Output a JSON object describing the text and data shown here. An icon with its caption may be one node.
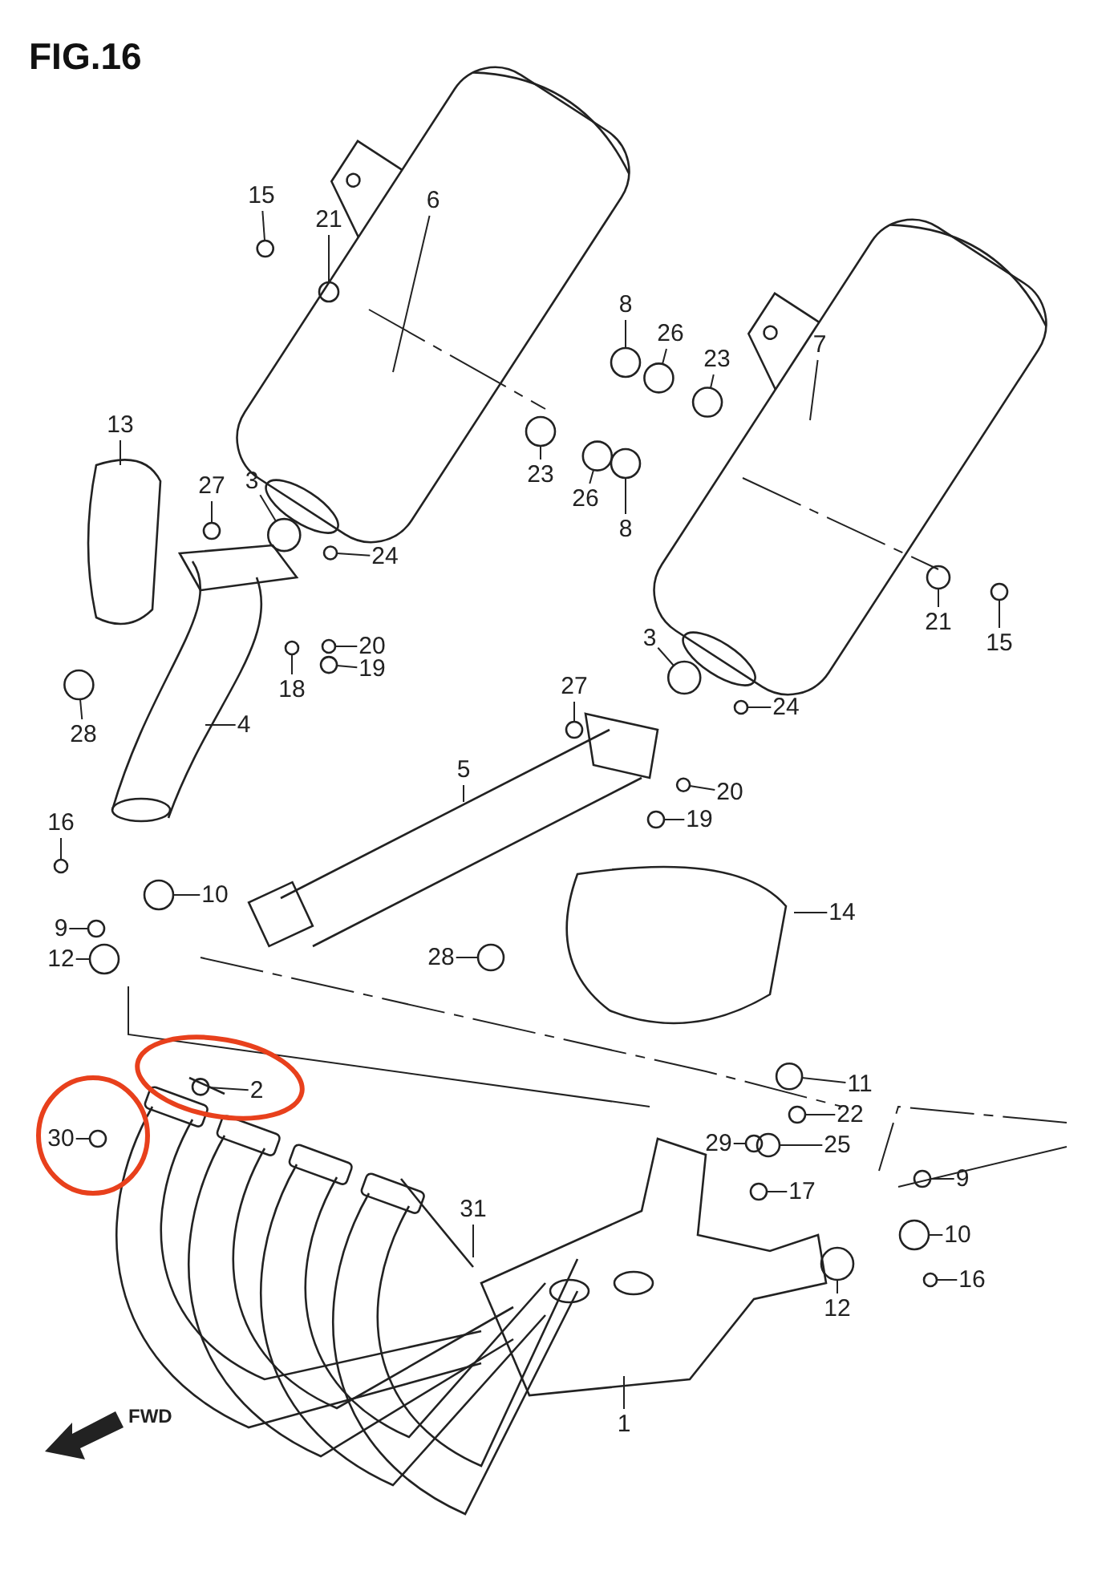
{
  "diagram": {
    "title": "FIG.16",
    "nodes": [
      {
        "text": [
          "6"
        ]
      },
      {
        "text": [
          "15"
        ]
      },
      {
        "text": [
          "21"
        ]
      },
      {
        "text": [
          "8"
        ]
      },
      {
        "text": [
          "26"
        ]
      },
      {
        "text": [
          "23"
        ]
      },
      {
        "text": [
          "7"
        ]
      },
      {
        "text": [
          "13"
        ]
      },
      {
        "text": [
          "27"
        ]
      },
      {
        "text": [
          "3"
        ]
      },
      {
        "text": [
          "24"
        ]
      },
      {
        "text": [
          "23"
        ]
      },
      {
        "text": [
          "26"
        ]
      },
      {
        "text": [
          "8"
        ]
      },
      {
        "text": [
          "20"
        ]
      },
      {
        "text": [
          "19"
        ]
      },
      {
        "text": [
          "18"
        ]
      },
      {
        "text": [
          "21"
        ]
      },
      {
        "text": [
          "15"
        ]
      },
      {
        "text": [
          "28"
        ]
      },
      {
        "text": [
          "4"
        ]
      },
      {
        "text": [
          "3"
        ]
      },
      {
        "text": [
          "24"
        ]
      },
      {
        "text": [
          "27"
        ]
      },
      {
        "text": [
          "5"
        ]
      },
      {
        "text": [
          "20"
        ]
      },
      {
        "text": [
          "19"
        ]
      },
      {
        "text": [
          "16"
        ]
      },
      {
        "text": [
          "10"
        ]
      },
      {
        "text": [
          "9"
        ]
      },
      {
        "text": [
          "12"
        ]
      },
      {
        "text": [
          "14"
        ]
      },
      {
        "text": [
          "28"
        ]
      },
      {
        "text": [
          "11"
        ]
      },
      {
        "text": [
          "2"
        ]
      },
      {
        "text": [
          "22"
        ]
      },
      {
        "text": [
          "30"
        ]
      },
      {
        "text": [
          "29"
        ]
      },
      {
        "text": [
          "25"
        ]
      },
      {
        "text": [
          "17"
        ]
      },
      {
        "text": [
          "9"
        ]
      },
      {
        "text": [
          "31"
        ]
      },
      {
        "text": [
          "10"
        ]
      },
      {
        "text": [
          "12"
        ]
      },
      {
        "text": [
          "16"
        ]
      },
      {
        "text": [
          "1"
        ]
      },
      {
        "text": [],
        "shape": "circle"
      },
      {
        "text": [],
        "shape": "circle"
      },
      {
        "text": [],
        "shape": "circle"
      },
      {
        "text": [],
        "shape": "circle"
      },
      {
        "text": [],
        "shape": "circle"
      },
      {
        "text": [],
        "shape": "circle"
      },
      {
        "text": [],
        "shape": "circle"
      },
      {
        "text": [],
        "shape": "circle"
      },
      {
        "text": [],
        "shape": "circle"
      },
      {
        "text": [],
        "shape": "circle"
      },
      {
        "text": [],
        "shape": "circle"
      },
      {
        "text": [],
        "shape": "circle"
      },
      {
        "text": [],
        "shape": "circle"
      },
      {
        "text": [],
        "shape": "circle"
      },
      {
        "text": [],
        "shape": "circle"
      },
      {
        "text": [],
        "shape": "circle"
      },
      {
        "text": [],
        "shape": "circle"
      },
      {
        "text": [],
        "shape": "circle"
      },
      {
        "text": [],
        "shape": "circle"
      },
      {
        "text": [],
        "shape": "circle"
      },
      {
        "text": [],
        "shape": "circle"
      },
      {
        "text": [],
        "shape": "circle"
      },
      {
        "text": [],
        "shape": "circle"
      },
      {
        "text": [],
        "shape": "circle"
      },
      {
        "text": [],
        "shape": "circle"
      },
      {
        "text": [],
        "shape": "circle"
      },
      {
        "text": [],
        "shape": "circle"
      },
      {
        "text": [],
        "shape": "circle"
      },
      {
        "text": [],
        "shape": "circle"
      },
      {
        "text": [],
        "shape": "circle"
      },
      {
        "text": [],
        "shape": "circle"
      },
      {
        "text": [],
        "shape": "circle"
      },
      {
        "text": [],
        "shape": "circle"
      },
      {
        "text": [],
        "shape": "circle"
      },
      {
        "text": [],
        "shape": "circle"
      },
      {
        "text": [],
        "shape": "circle"
      },
      {
        "text": [],
        "shape": "circle"
      },
      {
        "text": [],
        "shape": "circle"
      }
    ],
    "edges": [
      {
        "from": 0,
        "to": null,
        "arrow": "none"
      },
      {
        "from": 1,
        "to": 46,
        "arrow": "none"
      },
      {
        "from": 2,
        "to": 47,
        "arrow": "none"
      },
      {
        "from": 3,
        "to": 48,
        "arrow": "none"
      },
      {
        "from": 4,
        "to": 49,
        "arrow": "none"
      },
      {
        "from": 5,
        "to": 50,
        "arrow": "none"
      },
      {
        "from": 6,
        "to": null,
        "arrow": "none"
      },
      {
        "from": 7,
        "to": null,
        "arrow": "none"
      },
      {
        "from": 8,
        "to": 51,
        "arrow": "none"
      },
      {
        "from": 9,
        "to": 52,
        "arrow": "none"
      },
      {
        "from": 10,
        "to": 53,
        "arrow": "none"
      },
      {
        "from": 11,
        "to": 54,
        "arrow": "none"
      },
      {
        "from": 12,
        "to": 55,
        "arrow": "none"
      },
      {
        "from": 13,
        "to": 56,
        "arrow": "none"
      },
      {
        "from": 14,
        "to": 57,
        "arrow": "none"
      },
      {
        "from": 15,
        "to": 58,
        "arrow": "none"
      },
      {
        "from": 16,
        "to": 59,
        "arrow": "none"
      },
      {
        "from": 17,
        "to": 60,
        "arrow": "none"
      },
      {
        "from": 18,
        "to": 61,
        "arrow": "none"
      },
      {
        "from": 19,
        "to": 62,
        "arrow": "none"
      },
      {
        "from": 20,
        "to": null,
        "arrow": "none"
      },
      {
        "from": 21,
        "to": 63,
        "arrow": "none"
      },
      {
        "from": 22,
        "to": 64,
        "arrow": "none"
      },
      {
        "from": 23,
        "to": 65,
        "arrow": "none"
      },
      {
        "from": 24,
        "to": null,
        "arrow": "none"
      },
      {
        "from": 25,
        "to": 66,
        "arrow": "none"
      },
      {
        "from": 26,
        "to": 67,
        "arrow": "none"
      },
      {
        "from": 27,
        "to": 68,
        "arrow": "none"
      },
      {
        "from": 28,
        "to": 69,
        "arrow": "none"
      },
      {
        "from": 29,
        "to": 70,
        "arrow": "none"
      },
      {
        "from": 30,
        "to": 71,
        "arrow": "none"
      },
      {
        "from": 31,
        "to": null,
        "arrow": "none"
      },
      {
        "from": 32,
        "to": 72,
        "arrow": "none"
      },
      {
        "from": 33,
        "to": 73,
        "arrow": "none"
      },
      {
        "from": 34,
        "to": 74,
        "arrow": "none"
      },
      {
        "from": 35,
        "to": 75,
        "arrow": "none"
      },
      {
        "from": 36,
        "to": 76,
        "arrow": "none"
      },
      {
        "from": 37,
        "to": 77,
        "arrow": "none"
      },
      {
        "from": 38,
        "to": 78,
        "arrow": "none"
      },
      {
        "from": 39,
        "to": 79,
        "arrow": "none"
      },
      {
        "from": 40,
        "to": 80,
        "arrow": "none"
      },
      {
        "from": 41,
        "to": null,
        "arrow": "none"
      },
      {
        "from": 42,
        "to": 81,
        "arrow": "none"
      },
      {
        "from": 43,
        "to": 82,
        "arrow": "none"
      },
      {
        "from": 44,
        "to": 83,
        "arrow": "none"
      },
      {
        "from": 45,
        "to": null,
        "arrow": "none"
      }
    ],
    "labels": [
      "FWD"
    ]
  }
}
